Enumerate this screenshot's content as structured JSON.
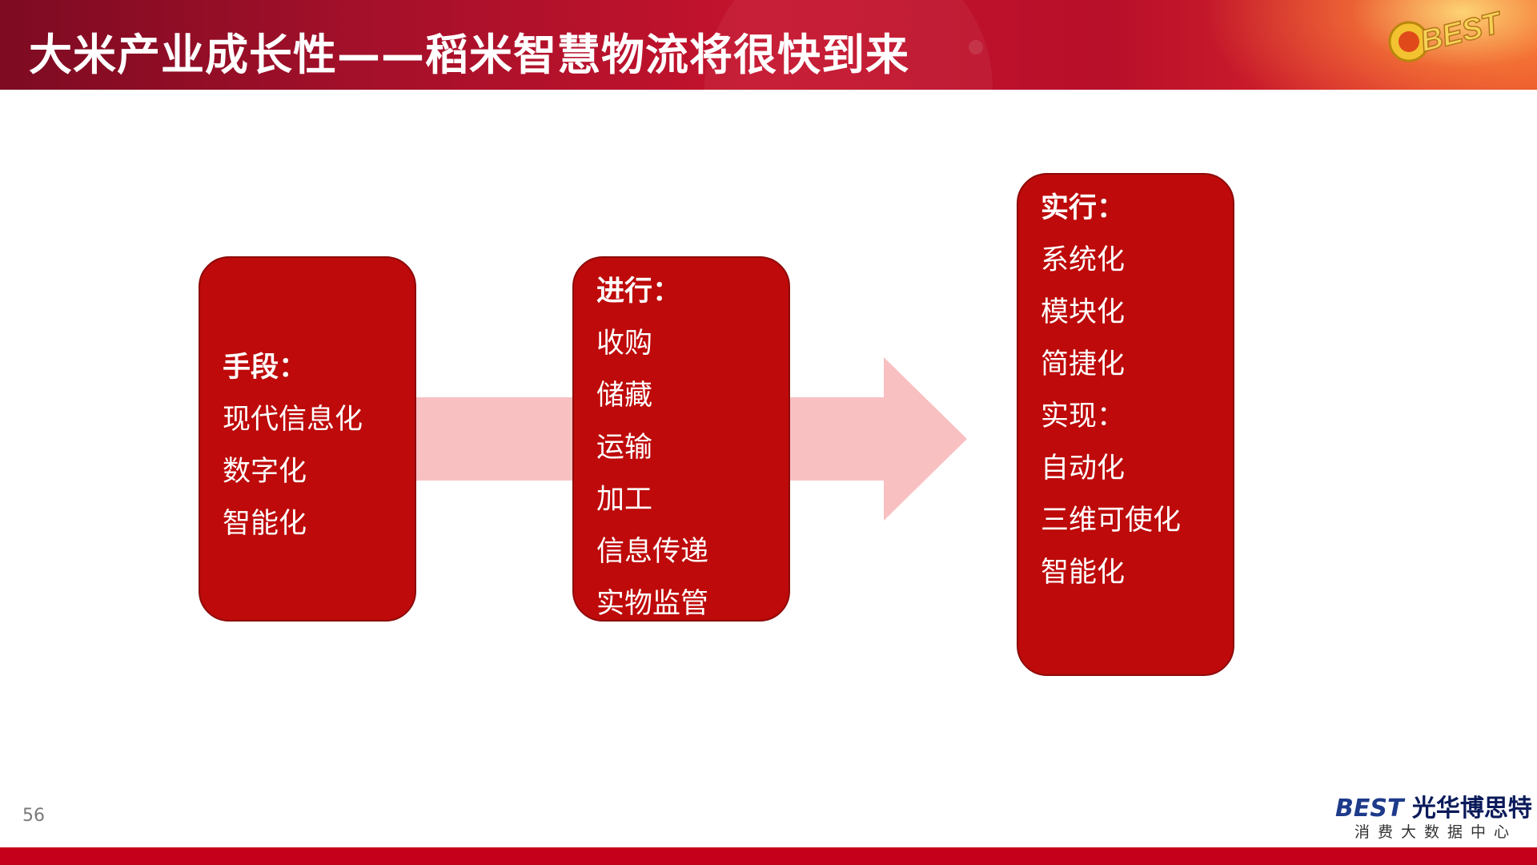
{
  "header": {
    "title": "大米产业成长性——稻米智慧物流将很快到来",
    "logo_text": "BEST"
  },
  "diagram": {
    "arrow_color": "#f9c0c2",
    "box_color": "#be0a0a",
    "boxes": [
      {
        "heading": "手段：",
        "items": [
          "现代信息化",
          "数字化",
          "智能化"
        ]
      },
      {
        "heading": "进行：",
        "items": [
          "收购",
          "储藏",
          "运输",
          "加工",
          "信息传递",
          "实物监管"
        ]
      },
      {
        "heading": "实行：",
        "items": [
          "系统化",
          "模块化",
          "简捷化",
          "实现：",
          "自动化",
          "三维可使化",
          "智能化"
        ]
      }
    ]
  },
  "footer": {
    "page_number": "56",
    "brand_latin": "BEST",
    "brand_cn": "光华博思特",
    "brand_sub": "消费大数据中心"
  }
}
